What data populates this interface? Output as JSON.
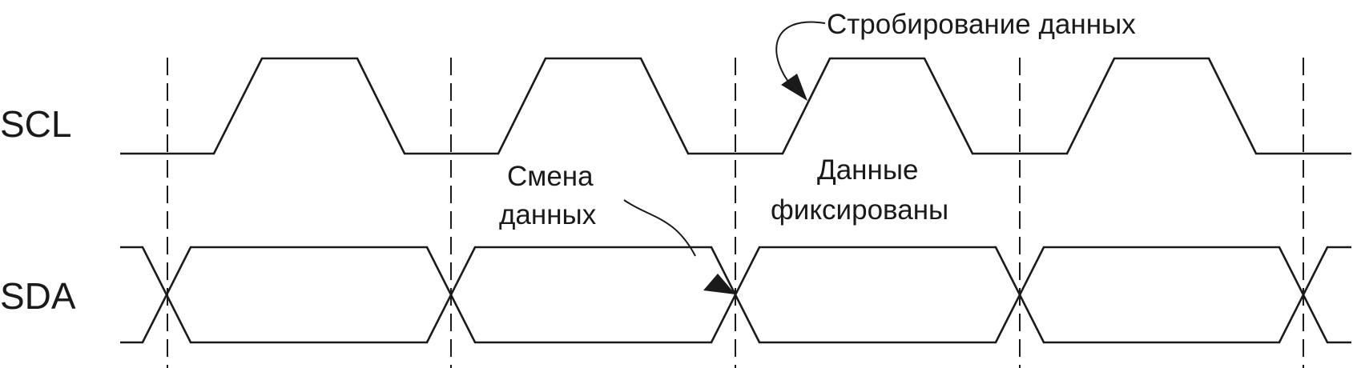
{
  "signals": {
    "scl": {
      "label": "SCL"
    },
    "sda": {
      "label": "SDA"
    }
  },
  "annotations": {
    "strobe": "Стробирование данных",
    "data_change": {
      "line1": "Смена",
      "line2": "данных"
    },
    "data_fixed": {
      "line1": "Данные",
      "line2": "фиксированы"
    }
  },
  "colors": {
    "ink": "#1a1a1a",
    "background": "#ffffff"
  }
}
